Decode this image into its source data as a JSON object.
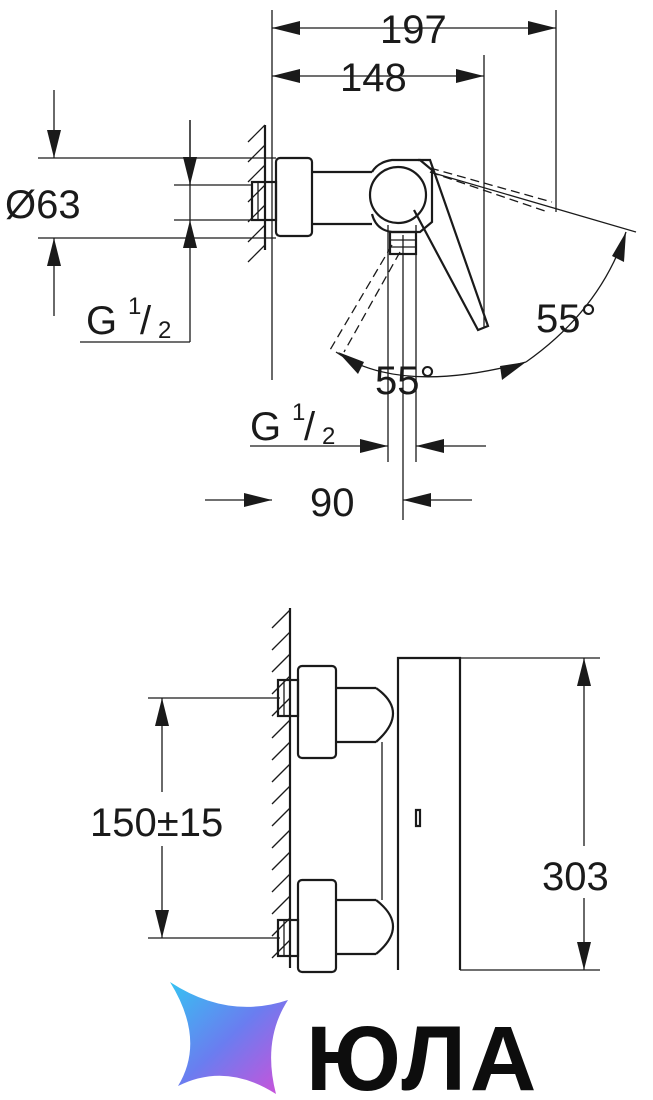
{
  "top_view": {
    "dim_overall_width": "197",
    "dim_body_width": "148",
    "dim_diameter": "Ø63",
    "dim_thread_left_main": "G",
    "dim_thread_left_num": "1",
    "dim_thread_left_den": "2",
    "dim_angle_right": "55°",
    "dim_angle_bottom": "55°",
    "dim_thread_bottom_main": "G",
    "dim_thread_bottom_num": "1",
    "dim_thread_bottom_den": "2",
    "dim_outlet_offset": "90"
  },
  "front_view": {
    "dim_inlet_spacing": "150±15",
    "dim_height": "303"
  },
  "logo": {
    "text": "ЮЛА"
  }
}
